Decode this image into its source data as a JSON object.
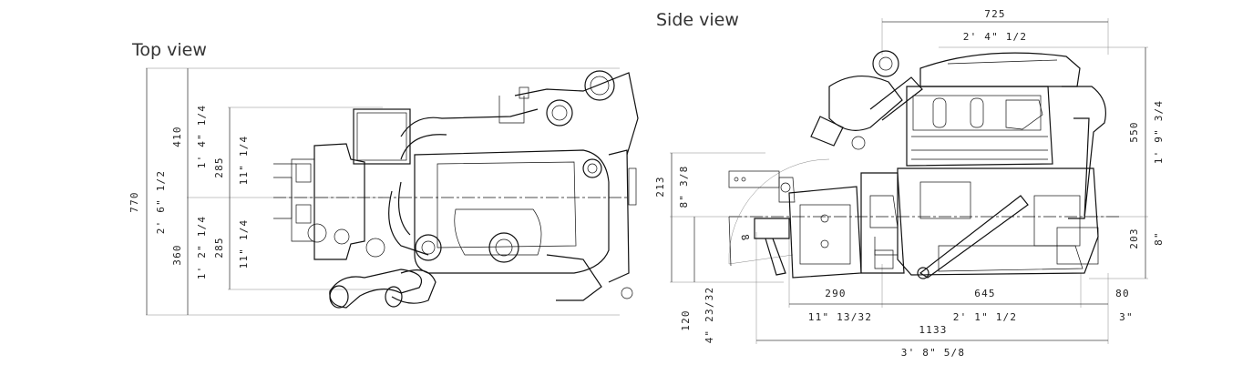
{
  "titles": {
    "top": "Top view",
    "side": "Side view"
  },
  "top_view": {
    "overall_mm": "770",
    "overall_in": "2' 6\" 1/2",
    "upper_mm": "410",
    "upper_in": "1' 4\" 1/4",
    "lower_mm": "360",
    "lower_in": "1' 2\" 1/4",
    "mount_upper_mm": "285",
    "mount_upper_in": "11\" 1/4",
    "mount_lower_mm": "285",
    "mount_lower_in": "11\" 1/4"
  },
  "side_view": {
    "width_mm": "725",
    "width_in": "2' 4\" 1/2",
    "height_upper_mm": "550",
    "height_upper_in": "1' 9\" 3/4",
    "height_lower_mm": "203",
    "height_lower_in": "8\"",
    "left_upper_mm": "213",
    "left_upper_in": "8\" 3/8",
    "left_lower_mm": "120",
    "left_lower_in": "4\" 23/32",
    "seg1_mm": "290",
    "seg1_in": "11\" 13/32",
    "seg2_mm": "645",
    "seg2_in": "2' 1\" 1/2",
    "seg3_mm": "80",
    "seg3_in": "3\"",
    "total_mm": "1133",
    "total_in": "3' 8\" 5/8",
    "angle": "8"
  }
}
